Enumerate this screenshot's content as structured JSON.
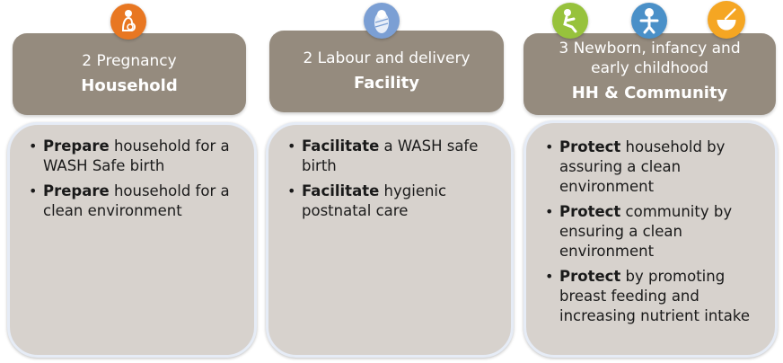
{
  "columns": [
    {
      "stage": "2 Pregnancy",
      "venue": "Household",
      "items": [
        {
          "bold": "Prepare",
          "text": " household for a WASH Safe birth"
        },
        {
          "bold": "Prepare",
          "text": " household for a clean environment"
        }
      ]
    },
    {
      "stage": "2 Labour and delivery",
      "venue": "Facility",
      "items": [
        {
          "bold": "Facilitate",
          "text": " a WASH safe birth"
        },
        {
          "bold": "Facilitate",
          "text": " hygienic postnatal care"
        }
      ]
    },
    {
      "stage": "3 Newborn, infancy and early childhood",
      "venue": "HH & Community",
      "items": [
        {
          "bold": "Protect",
          "text": " household by assuring a clean environment"
        },
        {
          "bold": "Protect",
          "text": " community by ensuring a clean environment"
        },
        {
          "bold": "Protect",
          "text": " by promoting breast feeding and increasing nutrient intake"
        }
      ]
    }
  ],
  "icons": [
    {
      "name": "pregnant-woman-icon",
      "color": "#e87722"
    },
    {
      "name": "swaddled-baby-icon",
      "color": "#7b9fd4"
    },
    {
      "name": "crawling-baby-icon",
      "color": "#97c23c"
    },
    {
      "name": "infant-icon",
      "color": "#4a90c8"
    },
    {
      "name": "food-bowl-icon",
      "color": "#f5a623"
    }
  ],
  "colors": {
    "header_bg": "#958b7e",
    "body_bg": "#d7d2cd",
    "body_border": "#e6ecf6"
  }
}
